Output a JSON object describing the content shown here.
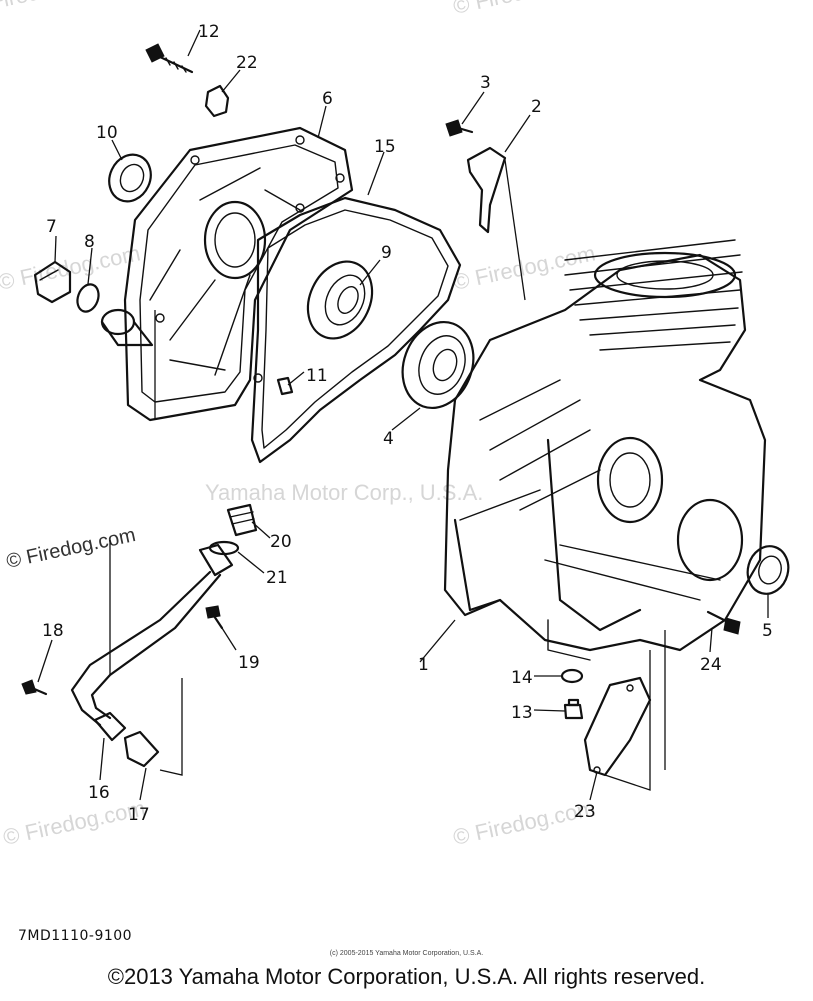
{
  "watermarks": {
    "firedog_1": "© Firedog.com",
    "firedog_2": "© Firedog.com",
    "firedog_3": "© Firedog.com",
    "firedog_4": "© Firedog.com",
    "firedog_5": "© Firedog.com",
    "firedog_6": "© Firedog.com",
    "yamaha": "Yamaha Motor Corp., U.S.A."
  },
  "callouts": [
    "1",
    "2",
    "3",
    "4",
    "5",
    "6",
    "7",
    "8",
    "9",
    "10",
    "11",
    "12",
    "13",
    "14",
    "15",
    "16",
    "17",
    "18",
    "19",
    "20",
    "21",
    "22",
    "23",
    "24"
  ],
  "diagram_code": "7MD1110-9100",
  "small_copyright": "(c) 2005-2015 Yamaha Motor Corporation, U.S.A.",
  "copyright": "©2013 Yamaha Motor Corporation, U.S.A. All rights reserved."
}
